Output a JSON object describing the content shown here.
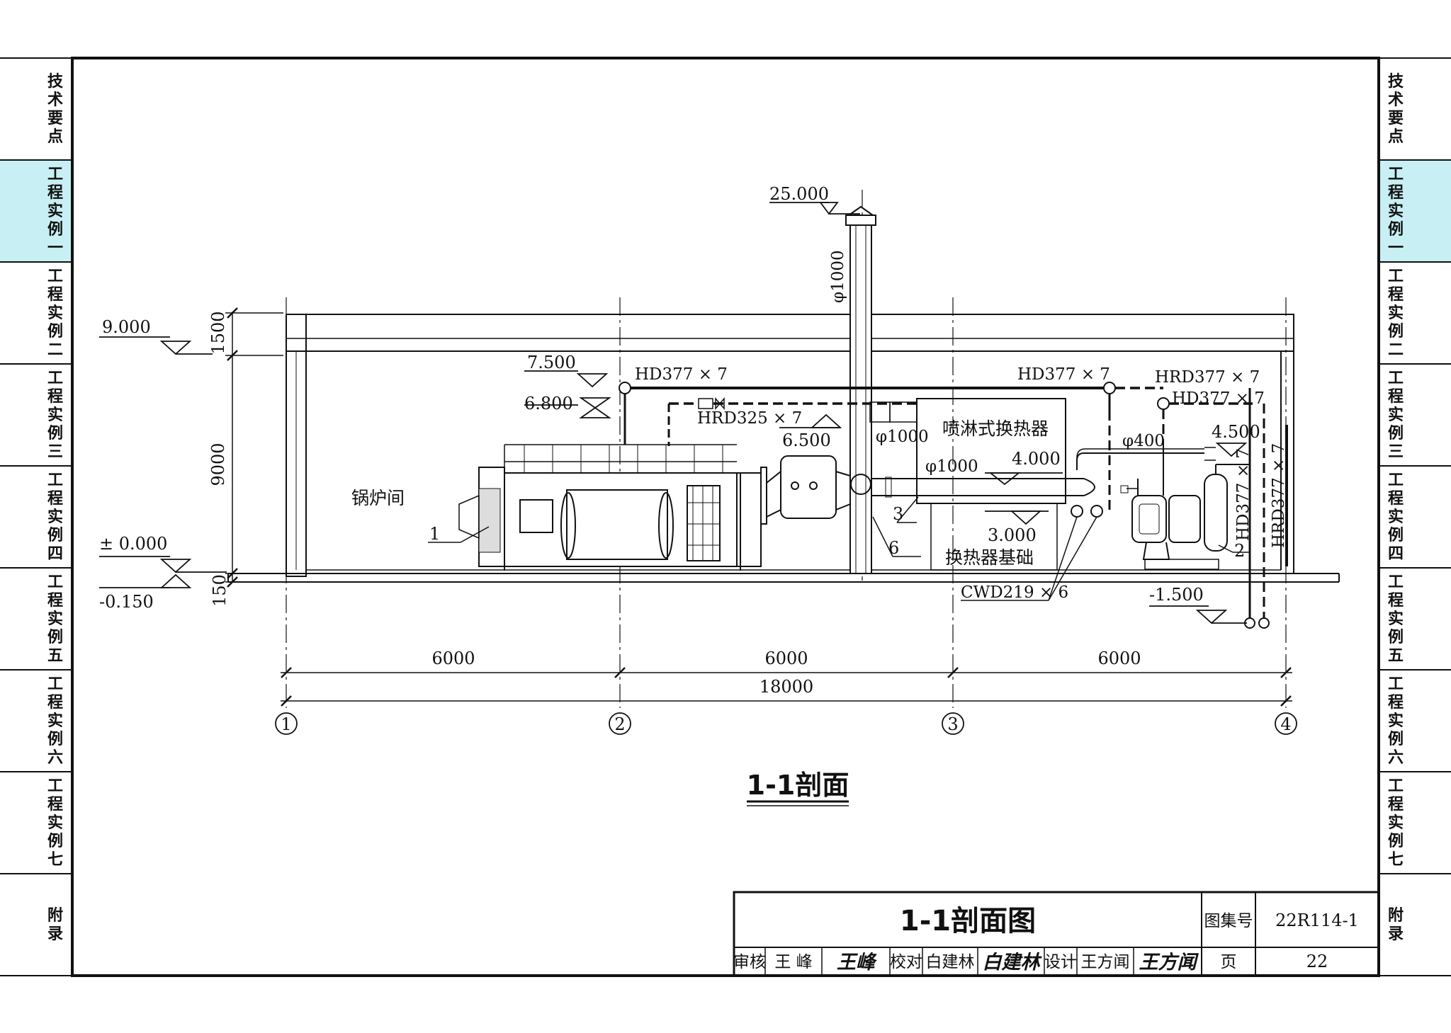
{
  "side_tabs": [
    {
      "label": "技术要点",
      "active": false
    },
    {
      "label": "工程实例一",
      "active": true
    },
    {
      "label": "工程实例二",
      "active": false
    },
    {
      "label": "工程实例三",
      "active": false
    },
    {
      "label": "工程实例四",
      "active": false
    },
    {
      "label": "工程实例五",
      "active": false
    },
    {
      "label": "工程实例六",
      "active": false
    },
    {
      "label": "工程实例七",
      "active": false
    },
    {
      "label": "附录",
      "active": false
    }
  ],
  "colors": {
    "active_tab": "#c8f0f4",
    "line": "#111111",
    "paper": "#ffffff"
  },
  "drawing": {
    "title": "1-1剖面",
    "elevations": {
      "e25000": "25.000",
      "e9000": "9.000",
      "e7500": "7.500",
      "e6800": "6.800",
      "e6500": "6.500",
      "e4500": "4.500",
      "e4000": "4.000",
      "e3000": "3.000",
      "e0000": "± 0.000",
      "em0150": "-0.150",
      "em1500": "-1.500"
    },
    "dimensions": {
      "h1500": "1500",
      "h9000": "9000",
      "h150": "150",
      "span1": "6000",
      "span2": "6000",
      "span3": "6000",
      "total": "18000"
    },
    "axes": [
      "1",
      "2",
      "3",
      "4"
    ],
    "pipes": {
      "hd377_a": "HD377 × 7",
      "hd377_b": "HD377 × 7",
      "hrd377_a": "HRD377 × 7",
      "hd377_c": "HD377 × 7",
      "hrd325": "HRD325 × 7",
      "cwd219": "CWD219 × 6",
      "hd377_v": "HD377 × 7",
      "hrd377_v": "HRD377 × 7"
    },
    "diameters": {
      "d1000_stack": "φ1000",
      "d1000_a": "φ1000",
      "d1000_b": "φ1000",
      "d400": "φ400"
    },
    "rooms": {
      "boiler_room": "锅炉间",
      "exchanger": "喷淋式换热器",
      "exchanger_base": "换热器基础"
    },
    "callouts": [
      "1",
      "2",
      "3",
      "6"
    ]
  },
  "title_block": {
    "drawing_name": "1-1剖面图",
    "atlas_label": "图集号",
    "atlas_no": "22R114-1",
    "review_label": "审核",
    "reviewer": "王 峰",
    "reviewer_sig": "王峰",
    "check_label": "校对",
    "checker": "白建林",
    "checker_sig": "白建林",
    "design_label": "设计",
    "designer": "王方闻",
    "designer_sig": "王方闻",
    "page_label": "页",
    "page_no": "22"
  }
}
